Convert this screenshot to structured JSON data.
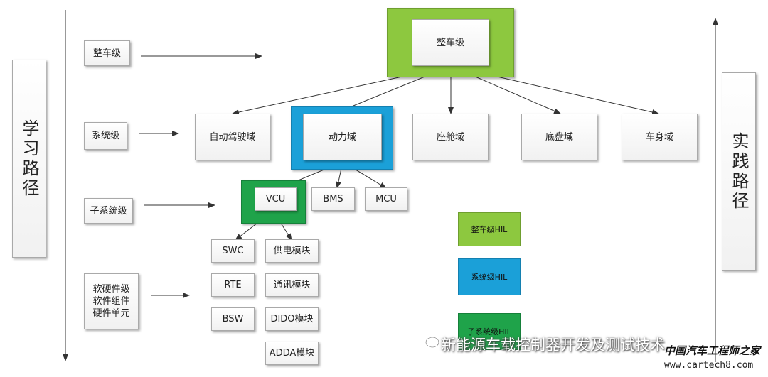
{
  "sidebars": {
    "left": "学习路径",
    "right": "实践路径"
  },
  "levels": {
    "vehicle": "整车级",
    "system": "系统级",
    "subsystem": "子系统级",
    "software_hardware": "软硬件级\n软件组件\n硬件单元"
  },
  "vehicle_node": "整车级",
  "domains": {
    "adas": "自动驾驶域",
    "powertrain": "动力域",
    "cockpit": "座舱域",
    "chassis": "底盘域",
    "body": "车身域"
  },
  "subsystems": {
    "vcu": "VCU",
    "bms": "BMS",
    "mcu": "MCU"
  },
  "components": {
    "swc": "SWC",
    "rte": "RTE",
    "bsw": "BSW",
    "power_module": "供电模块",
    "comm_module": "通讯模块",
    "dido_module": "DIDO模块",
    "adda_module": "ADDA模块"
  },
  "legend": {
    "vehicle_hil": "整车级HIL",
    "system_hil": "系统级HIL",
    "subsystem_hil": "子系统级HIL"
  },
  "colors": {
    "vehicle_green": "#8dc83f",
    "system_blue": "#1ba0d8",
    "subsystem_green": "#1fa34a"
  },
  "watermark": {
    "channel": "新能源车载控制器开发及测试技术",
    "site_logo": "中国汽车工程师之家",
    "site_url": "www.cartech8.com"
  }
}
